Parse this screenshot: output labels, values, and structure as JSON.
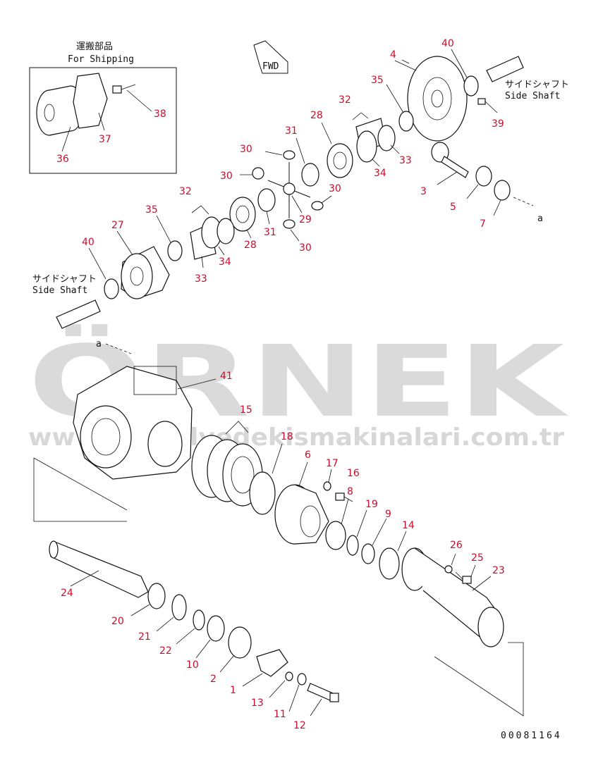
{
  "shipping_box": {
    "jp": "運搬部品",
    "en": "For Shipping"
  },
  "fwd_label": "FWD",
  "side_shaft_top": {
    "jp": "サイドシャフト",
    "en": "Side Shaft"
  },
  "side_shaft_left": {
    "jp": "サイドシャフト",
    "en": "Side Shaft"
  },
  "ref_marker_a1": "a",
  "ref_marker_a2": "a",
  "drawing_number": "00081164",
  "watermark": {
    "big": "ÖRNEK",
    "url": "www.orjinalyedekismakinalari.com.tr"
  },
  "part_numbers": {
    "p36": "36",
    "p37": "37",
    "p38": "38",
    "p40a": "40",
    "p4": "4",
    "p35a": "35",
    "p39": "39",
    "p32a": "32",
    "p28a": "28",
    "p31a": "31",
    "p30a": "30",
    "p30b": "30",
    "p30c": "30",
    "p30d": "30",
    "p34a": "34",
    "p33a": "33",
    "p3": "3",
    "p5": "5",
    "p7": "7",
    "p29": "29",
    "p31b": "31",
    "p28b": "28",
    "p32b": "32",
    "p35b": "35",
    "p27": "27",
    "p34b": "34",
    "p33b": "33",
    "p40b": "40",
    "p41": "41",
    "p15": "15",
    "p18": "18",
    "p6": "6",
    "p17": "17",
    "p16": "16",
    "p8": "8",
    "p19": "19",
    "p9": "9",
    "p14": "14",
    "p26": "26",
    "p25": "25",
    "p23": "23",
    "p24": "24",
    "p20": "20",
    "p21": "21",
    "p22": "22",
    "p10": "10",
    "p2": "2",
    "p1": "1",
    "p13": "13",
    "p11": "11",
    "p12": "12"
  }
}
